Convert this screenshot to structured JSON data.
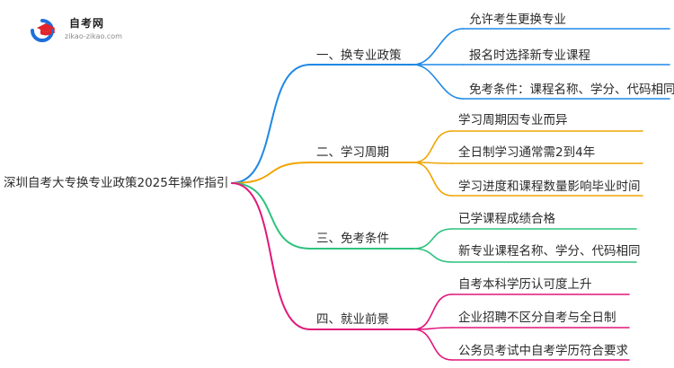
{
  "logo": {
    "name": "自考网",
    "url": "zikao-zikao.com",
    "icon": "graduation-cap-icon",
    "colors": {
      "blue": "#1e6fd9",
      "red": "#e2242b"
    }
  },
  "mindmap": {
    "root": "深圳自考大专换专业政策2025年操作指引",
    "branches": [
      {
        "label": "一、换专业政策",
        "color": "#1e88e5",
        "items": [
          "允许考生更换专业",
          "报名时选择新专业课程",
          "免考条件：课程名称、学分、代码相同"
        ]
      },
      {
        "label": "二、学习周期",
        "color": "#f0a500",
        "items": [
          "学习周期因专业而异",
          "全日制学习通常需2到4年",
          "学习进度和课程数量影响毕业时间"
        ]
      },
      {
        "label": "三、免考条件",
        "color": "#2ec27e",
        "items": [
          "已学课程成绩合格",
          "新专业课程名称、学分、代码相同"
        ]
      },
      {
        "label": "四、就业前景",
        "color": "#e0177a",
        "items": [
          "自考本科学历认可度上升",
          "企业招聘不区分自考与全日制",
          "公务员考试中自考学历符合要求"
        ]
      }
    ]
  }
}
